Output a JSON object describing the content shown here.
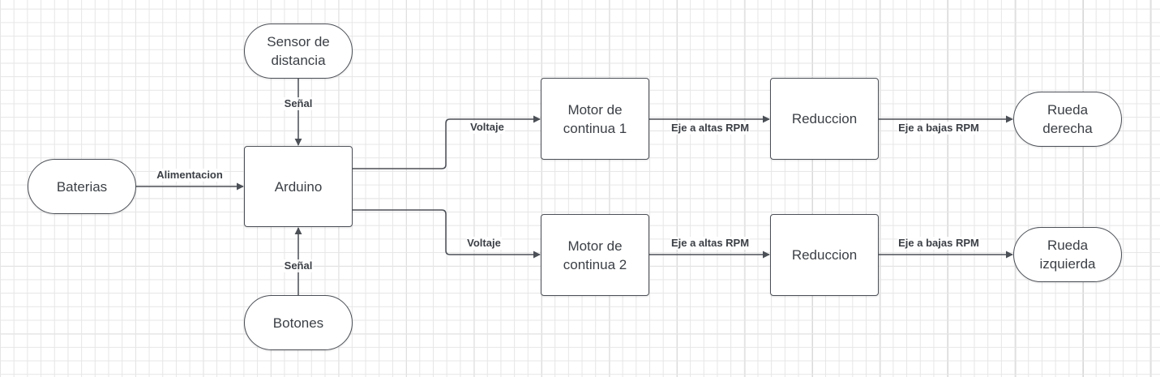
{
  "nodes": {
    "sensor": "Sensor de\ndistancia",
    "baterias": "Baterias",
    "arduino": "Arduino",
    "botones": "Botones",
    "motor1": "Motor de\ncontinua 1",
    "motor2": "Motor de\ncontinua 2",
    "reduccion1": "Reduccion",
    "reduccion2": "Reduccion",
    "rueda_derecha": "Rueda\nderecha",
    "rueda_izquierda": "Rueda\nizquierda"
  },
  "edges": {
    "sensor_to_arduino": "Señal",
    "botones_to_arduino": "Señal",
    "baterias_to_arduino": "Alimentacion",
    "arduino_to_motor1": "Voltaje",
    "arduino_to_motor2": "Voltaje",
    "motor1_to_reduccion1": "Eje a altas RPM",
    "motor2_to_reduccion2": "Eje a altas RPM",
    "reduccion1_to_rueda_derecha": "Eje a bajas RPM",
    "reduccion2_to_rueda_izquierda": "Eje a bajas RPM"
  },
  "colors": {
    "stroke": "#4b4f56",
    "text": "#3b3f45",
    "grid": "#e6e6e6"
  }
}
